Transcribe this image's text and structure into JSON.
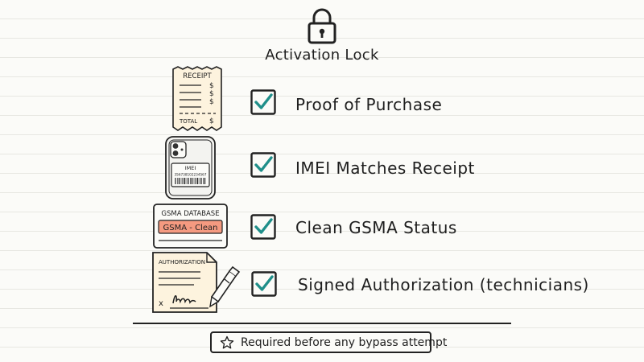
{
  "title": "Activation Lock",
  "items": [
    {
      "label": "Proof of Purchase",
      "checked": true,
      "illustration": "receipt-icon"
    },
    {
      "label": "IMEI Matches Receipt",
      "checked": true,
      "illustration": "phone-icon"
    },
    {
      "label": "Clean GSMA Status",
      "checked": true,
      "illustration": "gsma-card-icon"
    },
    {
      "label": "Signed Authorization (technicians)",
      "checked": true,
      "illustration": "authorization-form-icon"
    }
  ],
  "receipt": {
    "heading": "RECEIPT",
    "currency": "$",
    "total_label": "TOTAL",
    "total_currency": "$"
  },
  "phone": {
    "label": "IMEI",
    "number": "356738102234567"
  },
  "gsma": {
    "heading": "GSMA DATABASE",
    "status": "GSMA - Clean"
  },
  "authorization": {
    "heading": "AUTHORIZATION",
    "mark": "x"
  },
  "footer": {
    "text": "Required before any bypass attempt",
    "icon": "star-icon"
  },
  "colors": {
    "check": "#1f8f8a",
    "receipt_paper": "#fdf3de",
    "gsma_badge": "#f59a80",
    "ink": "#1f1f1f"
  }
}
